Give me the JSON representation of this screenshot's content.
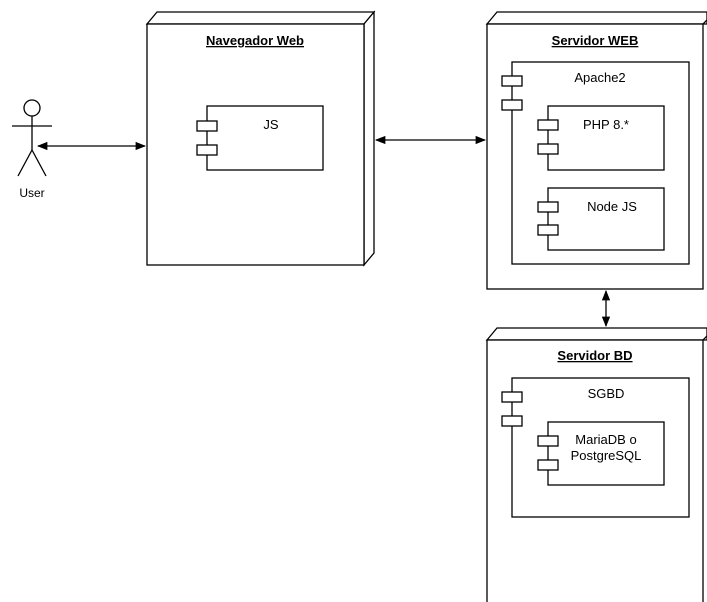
{
  "actor": {
    "label": "User"
  },
  "nodes": {
    "browser": {
      "title": "Navegador Web"
    },
    "web_server": {
      "title": "Servidor WEB"
    },
    "db_server": {
      "title": "Servidor BD"
    }
  },
  "components": {
    "js": {
      "label": "JS"
    },
    "apache": {
      "label": "Apache2"
    },
    "php": {
      "label": "PHP 8.*"
    },
    "node_js": {
      "label": "Node JS"
    },
    "sgbd": {
      "label": "SGBD"
    },
    "database": {
      "line1": "MariaDB o",
      "line2": "PostgreSQL"
    }
  },
  "colors": {
    "stroke": "#000000",
    "fill": "#ffffff"
  }
}
